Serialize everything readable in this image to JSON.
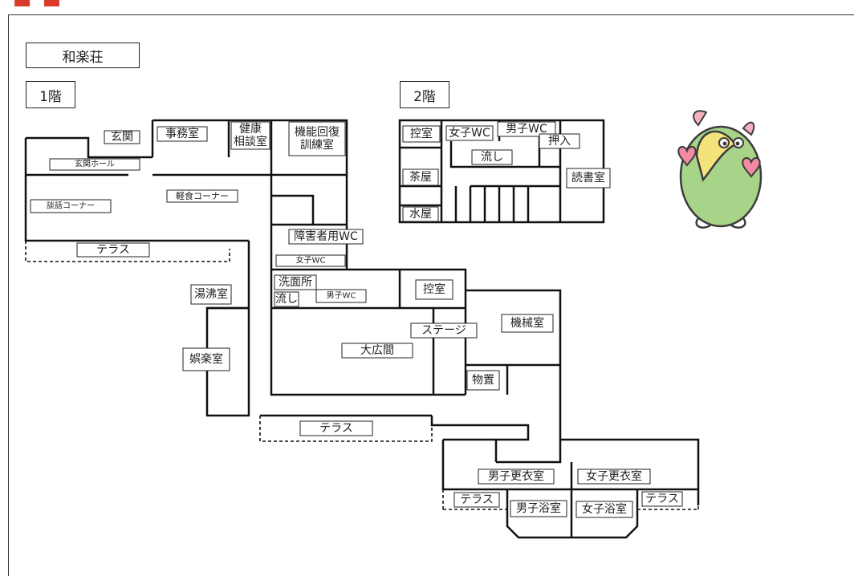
{
  "facility_name": "和楽荘",
  "floors": [
    {
      "label": "1階"
    },
    {
      "label": "2階"
    }
  ],
  "rooms": {
    "genkan": "玄関",
    "jimushitsu": "事務室",
    "kenkou": [
      "健康",
      "相談室"
    ],
    "kinou": [
      "機能回復",
      "訓練室"
    ],
    "genkan_hall": "玄関ホール",
    "keishoku": "軽食コーナー",
    "danwa": "談話コーナー",
    "terrace1": "テラス",
    "shougai_wc": "障害者用WC",
    "joshi_wc1": "女子WC",
    "senmenjo": "洗面所",
    "nagashi1": "流し",
    "danshi_wc1": "男子WC",
    "hikae1": "控室",
    "yuwakashi": "湯沸室",
    "stage": "ステージ",
    "kikai": "機械室",
    "ohiroma": "大広間",
    "goraku": "娯楽室",
    "monooki": "物置",
    "terrace2": "テラス",
    "danshi_koui": "男子更衣室",
    "joshi_koui": "女子更衣室",
    "terrace3": "テラス",
    "terrace4": "テラス",
    "danshi_yoku": "男子浴室",
    "joshi_yoku": "女子浴室",
    "hikae2": "控室",
    "joshi_wc2": "女子WC",
    "danshi_wc2": "男子WC",
    "oshiire": "押入",
    "nagashi2": "流し",
    "chaya": "茶屋",
    "mizuya": "水屋",
    "dokusho": "読書室"
  },
  "colors": {
    "mascot_body": "#a8d48a",
    "mascot_outline": "#3c3c3c",
    "mascot_horn": "#f4e27a",
    "mascot_heart": "#f28aa3",
    "mascot_ear": "#f6b0c0",
    "accent_red": "#d93a2b"
  },
  "icons": {
    "mascot": "rhino-mascot-icon"
  }
}
